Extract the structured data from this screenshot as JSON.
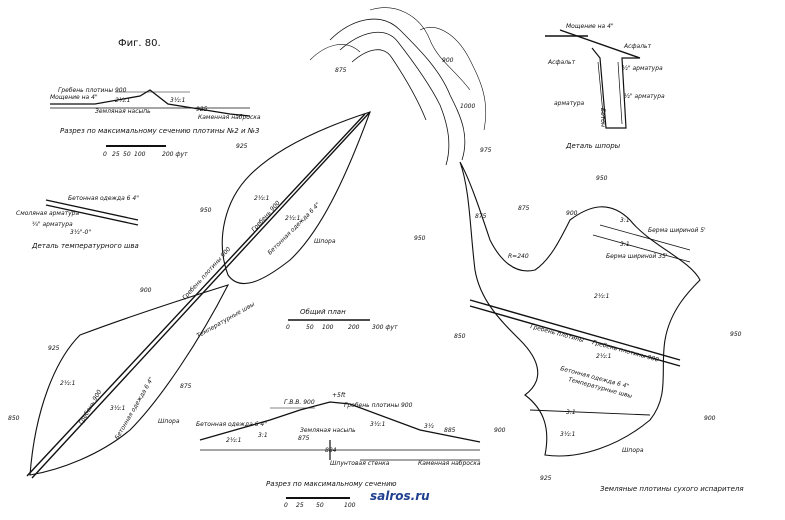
{
  "figure": {
    "label": "Фиг. 80."
  },
  "watermark": "salros.ru",
  "dam_section_top": {
    "crest": "Гребень плотины 900",
    "berm": "Мощение на 4\"",
    "slope_up": "3½:1",
    "slope_down": "2½:1",
    "elev": "925",
    "fill": "Земляная насыпь",
    "rockfill": "Каменная наброска",
    "caption": "Разрез по максимальному сечению плотины №2 и №3",
    "scale_ticks": [
      "0",
      "25",
      "50",
      "100",
      "200 фут"
    ]
  },
  "temp_joint_detail": {
    "lining": "Бетонная одежда 6 4\"",
    "tarred_rebar": "Смоляная арматура",
    "rebar": "¾\" арматура",
    "rebar_note": "3½\"-0\"",
    "caption": "Деталь температурного шва"
  },
  "cutoff_detail": {
    "paving": "Мощение на 4\"",
    "asphalt": "Асфальт",
    "asphalt_left": "Асфальт",
    "rebar_right": "½\" арматура",
    "rebar_left": "арматура",
    "rebar_right2": "½\" арматура",
    "concrete": "Бетон",
    "caption": "Деталь шпоры"
  },
  "general_plan": {
    "caption": "Общий план",
    "scale_ticks": [
      "0",
      "50",
      "100",
      "200",
      "300 фут"
    ]
  },
  "left_dam": {
    "slope_a": "2½:1",
    "slope_b": "2½:1",
    "slope_c": "2½:1",
    "slope_d": "3½:1",
    "lining_a": "Бетонная одежда 6 4\"",
    "lining_b": "Бетонная одежда 6 4\"",
    "spur_a": "Шпора",
    "spur_b": "Шпора",
    "crest_a": "Гребень 900",
    "crest_b": "Гребень плотины 900",
    "crest_c": "Гребень 900",
    "temp_joints": "Температурные швы",
    "elev_a": "925",
    "elev_b": "875",
    "elev_c": "850",
    "elev_d": "900"
  },
  "right_dam": {
    "berm_width": "Берма шириной 5'",
    "berm_width2": "Берма шириной 35'",
    "slope_a": "3:1",
    "slope_b": "3:1",
    "slope_c": "2½:1",
    "slope_d": "2½:1",
    "slope_e": "3:1",
    "slope_f": "3½:1",
    "crest_a": "Гребень плотины",
    "crest_b": "Гребень плотины 900",
    "lining": "Бетонная одежда 6 4\"",
    "temp_joints": "Температурные швы",
    "spur": "Шпора",
    "radius": "R=240",
    "caption": "Земляные плотины сухого испарителя",
    "elev_a": "950",
    "elev_b": "900",
    "elev_c": "950",
    "elev_d": "950",
    "elev_e": "900",
    "elev_f": "925",
    "elev_g": "875",
    "elev_h": "875",
    "elev_i": "900",
    "elev_j": "850"
  },
  "hills": {
    "elev_a": "875",
    "elev_b": "900",
    "elev_c": "1000",
    "elev_d": "975",
    "elev_e": "950",
    "elev_f": "925"
  },
  "dam_section_bottom": {
    "crest": "Гребень плотины 900",
    "hwl": "Г.В.В. 900",
    "freeboard": "+5ft",
    "lining": "Бетонная одежда 6 4\"",
    "fill": "Земляная насыпь",
    "cutoff_wall": "Шпунтовая стенка",
    "rockfill": "Каменная наброска",
    "slope_a": "2½:1",
    "slope_b": "3:1",
    "slope_c": "3½:1",
    "slope_d": "3½",
    "elev_a": "885",
    "elev_b": "875",
    "elev_c": "884",
    "caption": "Разрез по максимальному сечению",
    "scale_ticks": [
      "0",
      "25",
      "50",
      "100"
    ]
  }
}
